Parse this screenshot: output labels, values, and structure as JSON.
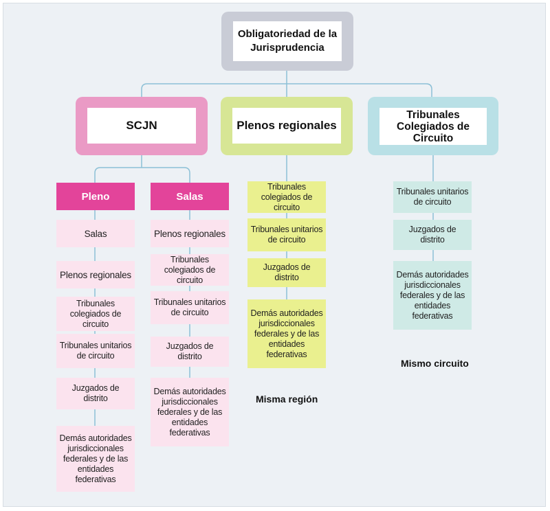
{
  "root": {
    "title": "Obligatoriedad de la Jurisprudencia"
  },
  "branches": {
    "scjn": {
      "title": "SCJN",
      "pleno": {
        "header": "Pleno",
        "items": [
          "Salas",
          "Plenos regionales",
          "Tribunales colegiados de circuito",
          "Tribunales unitarios de circuito",
          "Juzgados de distrito",
          "Demás autoridades jurisdiccionales federales y de las entidades federativas"
        ]
      },
      "salas": {
        "header": "Salas",
        "items": [
          "Plenos regionales",
          "Tribunales colegiados de circuito",
          "Tribunales unitarios de circuito",
          "Juzgados de distrito",
          "Demás autoridades jurisdiccionales federales y de las entidades federativas"
        ]
      }
    },
    "plenos": {
      "title": "Plenos regionales",
      "items": [
        "Tribunales colegiados de circuito",
        "Tribunales unitarios de circuito",
        "Juzgados de distrito",
        "Demás autoridades jurisdiccionales federales y de las entidades federativas"
      ],
      "note": "Misma región"
    },
    "tribunales": {
      "title": "Tribunales Colegiados de Circuito",
      "items": [
        "Tribunales unitarios de circuito",
        "Juzgados de distrito",
        "Demás autoridades jurisdiccionales federales y de las entidades federativas"
      ],
      "note": "Mismo circuito"
    }
  },
  "colors": {
    "pink": "#e3449a",
    "pinkLight": "#fbe3ee",
    "yellow": "#eaf08f",
    "teal": "#cfeae6",
    "gray": "#c9ccd6",
    "line": "#8cc0d6"
  }
}
